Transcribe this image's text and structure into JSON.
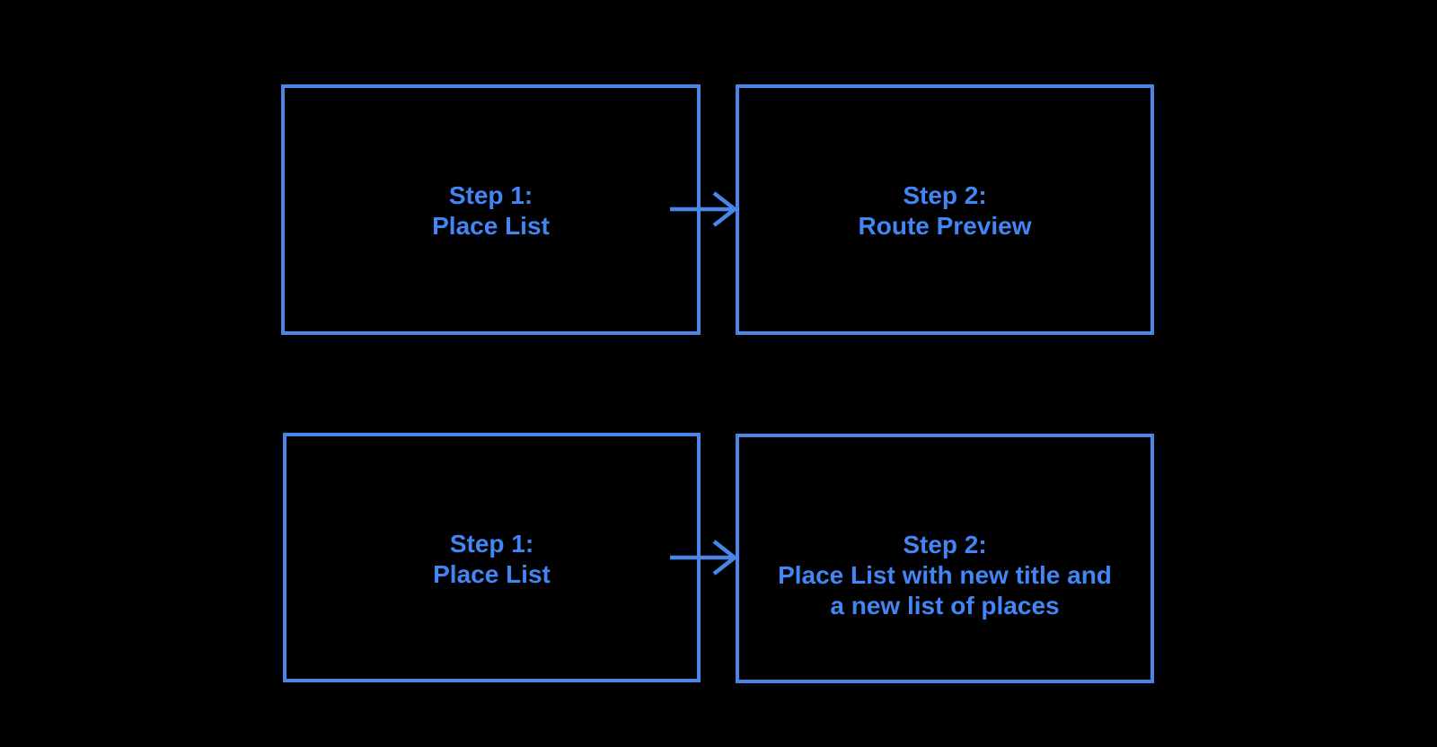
{
  "page": {
    "background": "#000000"
  },
  "diagram": {
    "type": "flowchart",
    "accent_border_color": "#4a86e8",
    "accent_text_color": "#4285f4",
    "flows": [
      {
        "from": {
          "label": "Step 1:\nPlace List"
        },
        "arrow": {
          "direction": "right",
          "style": "open-arrowhead"
        },
        "to": {
          "label": "Step 2:\nRoute Preview"
        }
      },
      {
        "from": {
          "label": "Step 1:\nPlace List"
        },
        "arrow": {
          "direction": "right",
          "style": "open-arrowhead"
        },
        "to": {
          "label": "Step 2:\nPlace List with new title and\na new list of places"
        }
      }
    ]
  }
}
